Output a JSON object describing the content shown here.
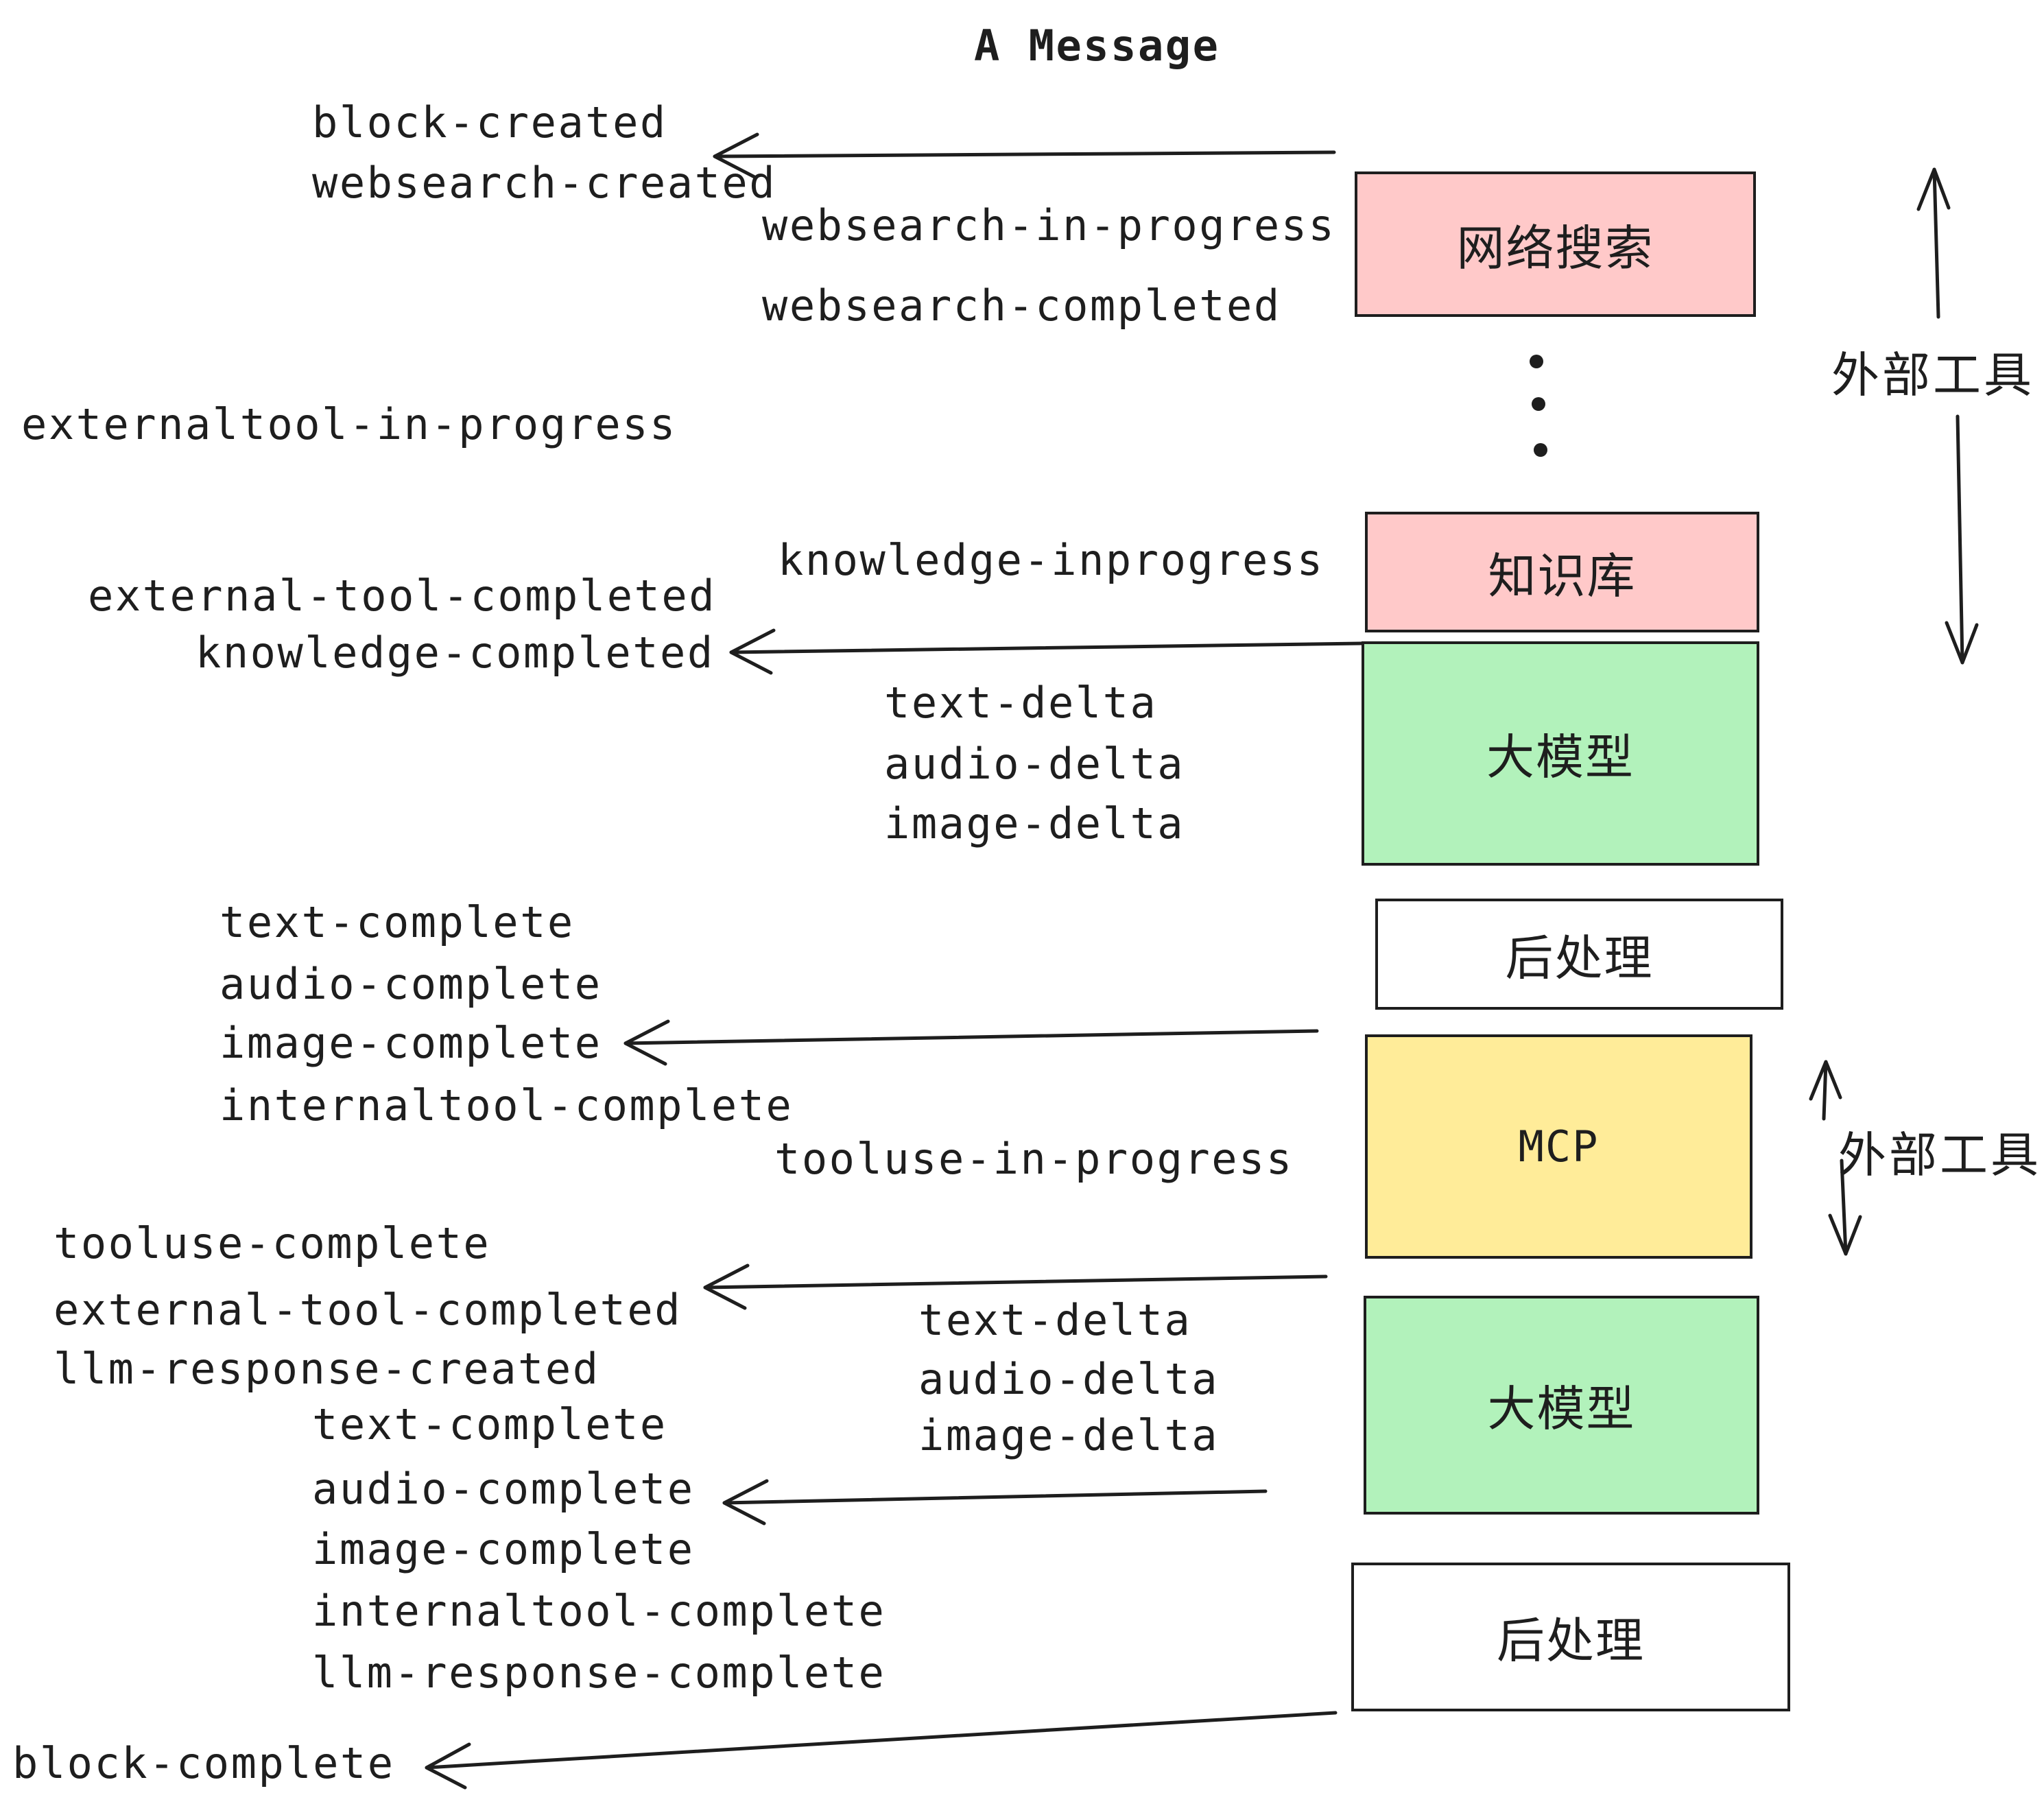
{
  "title": "A Message",
  "events": [
    {
      "label": "block-created"
    },
    {
      "label": "websearch-created"
    },
    {
      "label": "websearch-in-progress"
    },
    {
      "label": "websearch-completed"
    },
    {
      "label": "externaltool-in-progress"
    },
    {
      "label": "knowledge-inprogress"
    },
    {
      "label": "external-tool-completed"
    },
    {
      "label": "knowledge-completed"
    },
    {
      "label": "text-delta"
    },
    {
      "label": "audio-delta"
    },
    {
      "label": "image-delta"
    },
    {
      "label": "text-complete"
    },
    {
      "label": "audio-complete"
    },
    {
      "label": "image-complete"
    },
    {
      "label": "internaltool-complete"
    },
    {
      "label": "tooluse-in-progress"
    },
    {
      "label": "tooluse-complete"
    },
    {
      "label": "external-tool-completed"
    },
    {
      "label": "llm-response-created"
    },
    {
      "label": "text-complete"
    },
    {
      "label": "audio-complete"
    },
    {
      "label": "image-complete"
    },
    {
      "label": "internaltool-complete"
    },
    {
      "label": "llm-response-complete"
    },
    {
      "label": "block-complete"
    }
  ],
  "boxes": [
    {
      "label": "网络搜索",
      "fill": "#ffc9c9"
    },
    {
      "label": "知识库",
      "fill": "#ffc9c9"
    },
    {
      "label": "大模型",
      "fill": "#b2f2bb"
    },
    {
      "label": "后处理",
      "fill": "#ffffff"
    },
    {
      "label": "MCP",
      "fill": "#ffec99"
    },
    {
      "label": "大模型",
      "fill": "#b2f2bb"
    },
    {
      "label": "后处理",
      "fill": "#ffffff"
    }
  ],
  "annotations": [
    {
      "label": "外部工具"
    },
    {
      "label": "外部工具"
    }
  ],
  "colors": {
    "stroke": "#1e1e1e",
    "pink": "#ffc9c9",
    "green": "#b2f2bb",
    "yellow": "#ffec99",
    "background": "#ffffff"
  }
}
